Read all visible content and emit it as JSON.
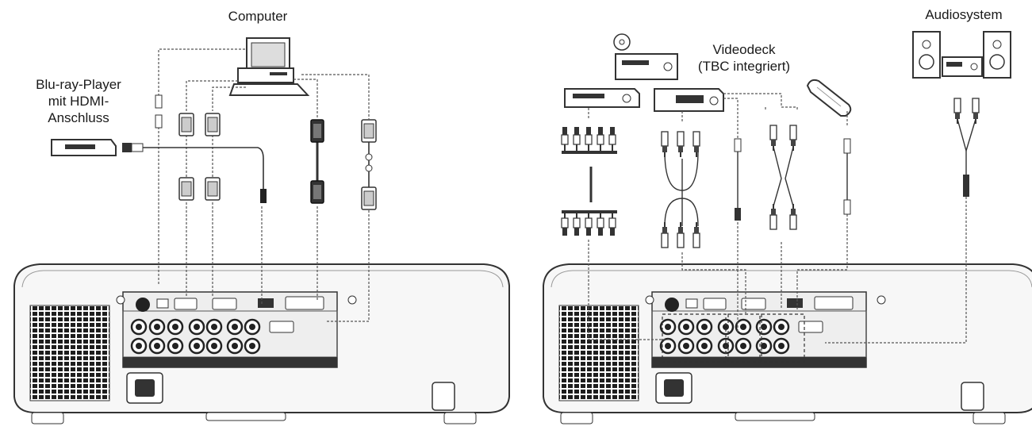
{
  "labels": {
    "computer": "Computer",
    "bluray": [
      "Blu-ray-Player",
      "mit HDMI-",
      "Anschluss"
    ],
    "videodeck": [
      "Videodeck",
      "(TBC integriert)"
    ],
    "audiosystem": "Audiosystem"
  },
  "colors": {
    "line": "#333333",
    "dash": "#555555",
    "body": "#f7f7f7",
    "panel": "#e9e9e9",
    "dark": "#222222"
  },
  "icons": {
    "computer": "desktop-computer-icon",
    "bluray": "bluray-player-icon",
    "videodeck": "vcr-icon",
    "dvd": "dvd-player-icon",
    "audio": "stereo-system-icon",
    "remote": "remote-control-icon",
    "projector": "projector-rear-icon"
  }
}
